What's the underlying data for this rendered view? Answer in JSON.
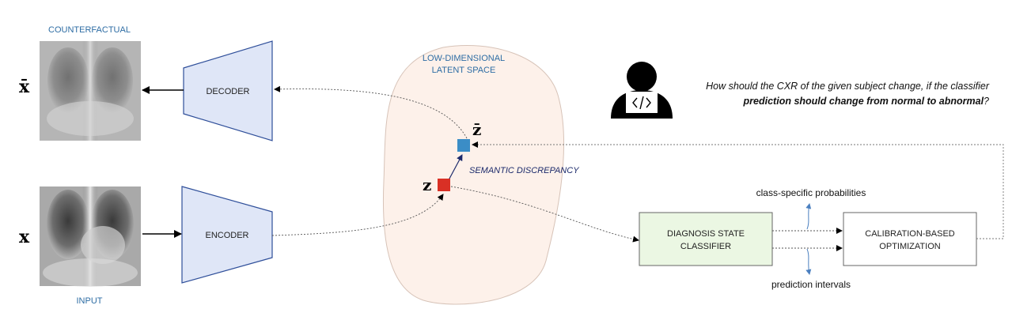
{
  "labels": {
    "counterfactual": "COUNTERFACTUAL",
    "input": "INPUT",
    "decoder": "DECODER",
    "encoder": "ENCODER",
    "latent_line1": "LOW-DIMENSIONAL",
    "latent_line2": "LATENT SPACE",
    "semantic": "SEMANTIC DISCREPANCY",
    "x_bar": "x̄",
    "x": "x",
    "z_bar": "z̄",
    "z": "z",
    "classifier_line1": "DIAGNOSIS STATE",
    "classifier_line2": "CLASSIFIER",
    "calib_line1": "CALIBRATION-BASED",
    "calib_line2": "OPTIMIZATION",
    "class_prob": "class-specific probabilities",
    "pred_int": "prediction intervals"
  },
  "question": {
    "part1": "How should the CXR of the given subject change, if the classifier",
    "bold": "prediction should change from normal to abnormal",
    "end": "?"
  },
  "icons": {
    "user": "user-with-laptop-code-icon",
    "xray_counterfactual": "chest-xray-image",
    "xray_input": "chest-xray-image"
  },
  "colors": {
    "trapezoid_fill": "#dfe6f7",
    "trapezoid_stroke": "#2f4f9a",
    "latent_fill": "#fdf1ea",
    "classifier_fill": "#ebf7e3",
    "z_bar": "#3b8dc6",
    "z": "#d93025",
    "caption_blue": "#2e6da4"
  }
}
